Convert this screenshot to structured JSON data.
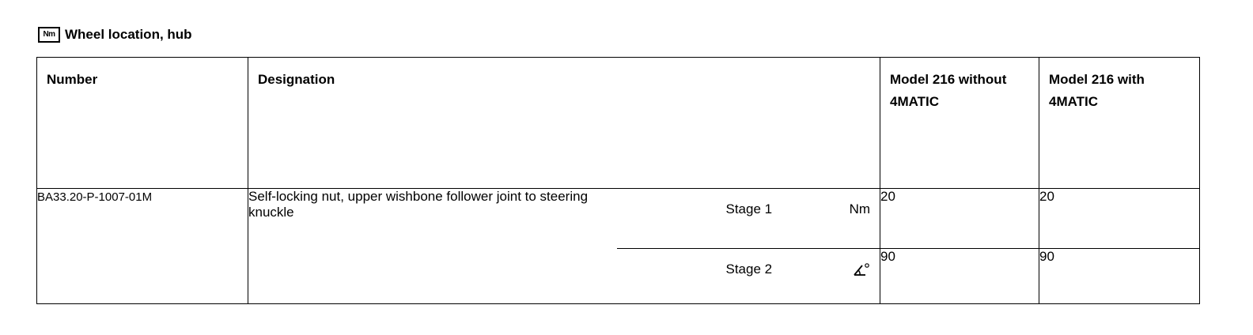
{
  "section": {
    "icon": "torque-nm-icon",
    "icon_text": "Nm",
    "title": "Wheel location, hub"
  },
  "table": {
    "headers": {
      "number": "Number",
      "designation": "Designation",
      "model_without": "Model 216 without 4MATIC",
      "model_with": "Model 216 with 4MATIC"
    },
    "rows": [
      {
        "number": "BA33.20-P-1007-01M",
        "designation": "Self-locking nut, upper wishbone follower joint to steering knuckle",
        "stages": [
          {
            "stage": "Stage 1",
            "unit": "Nm",
            "unit_icon": "",
            "without_4matic": "20",
            "with_4matic": "20"
          },
          {
            "stage": "Stage 2",
            "unit": "",
            "unit_icon": "angle-degree-icon",
            "without_4matic": "90",
            "with_4matic": "90"
          }
        ]
      }
    ]
  }
}
